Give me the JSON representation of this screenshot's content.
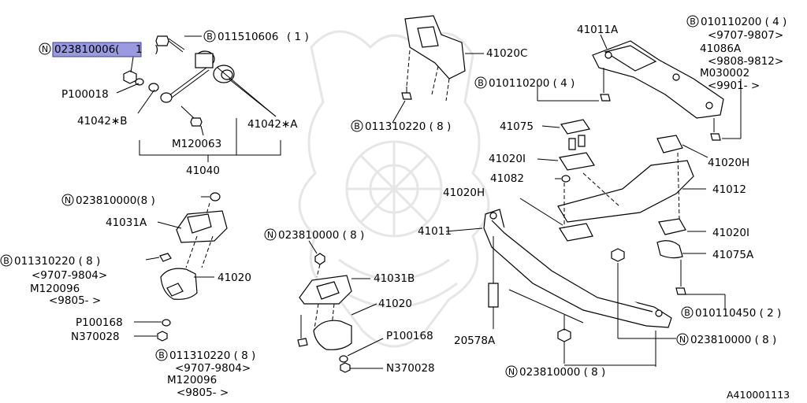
{
  "refs": {
    "r1": "023810006(",
    "r1b": "1",
    "r1c": ")",
    "r2": "011510606",
    "r2b": "( 1  )",
    "r3": "P100018",
    "r4": "41042∗B",
    "r5": "41042∗A",
    "r6": "M120063",
    "r7": "41040",
    "r8": "023810000(8  )",
    "r9": "41031A",
    "r10": "011310220 ( 8  )",
    "r11": "<9707-9804>",
    "r12": "M120096",
    "r13": "<9805-     >",
    "r14": "41020",
    "r15": "P100168",
    "r16": "N370028",
    "r17": "011310220 ( 8  )",
    "r18": "<9707-9804>",
    "r19": "M120096",
    "r20": "<9805-     >",
    "r21": "023810000 ( 8  )",
    "r22": "41031B",
    "r23": "41020",
    "r24": "P100168",
    "r25": "N370028",
    "r26": "41020C",
    "r27": "011310220 ( 8  )",
    "r28": "41011A",
    "r29": "010110200 ( 4  )",
    "r30": "010110200 ( 4  )",
    "r31": "<9707-9807>",
    "r32": "41086A",
    "r33": "<9808-9812>",
    "r34": "M030002",
    "r35": "<9901-     >",
    "r36": "41075",
    "r37": "41020I",
    "r38": "41082",
    "r39": "41020H",
    "r40": "41020H",
    "r41": "41012",
    "r42": "41011",
    "r43": "41020I",
    "r44": "41075A",
    "r45": "20578A",
    "r46": "010110450 ( 2  )",
    "r47": "023810000 ( 8  )",
    "r48": "023810000 ( 8  )",
    "r49": "A410001113"
  },
  "badges": {
    "n": "N",
    "b": "B"
  }
}
